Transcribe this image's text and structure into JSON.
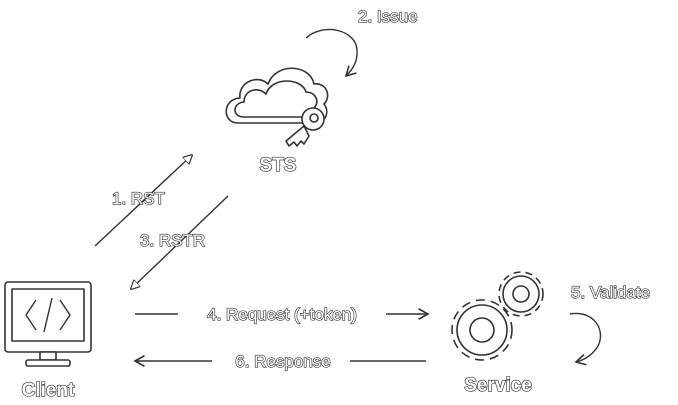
{
  "nodes": {
    "sts": {
      "label": "STS",
      "icon": "cloud-key-icon"
    },
    "client": {
      "label": "Client",
      "icon": "monitor-code-icon"
    },
    "service": {
      "label": "Service",
      "icon": "gears-icon"
    }
  },
  "edges": {
    "rst": "1. RST",
    "issue": "2. Issue",
    "rstr": "3. RSTR",
    "request": "4. Request (+token)",
    "validate": "5. Validate",
    "response": "6. Response"
  },
  "colors": {
    "stroke": "#333333",
    "fill": "#ffffff"
  }
}
